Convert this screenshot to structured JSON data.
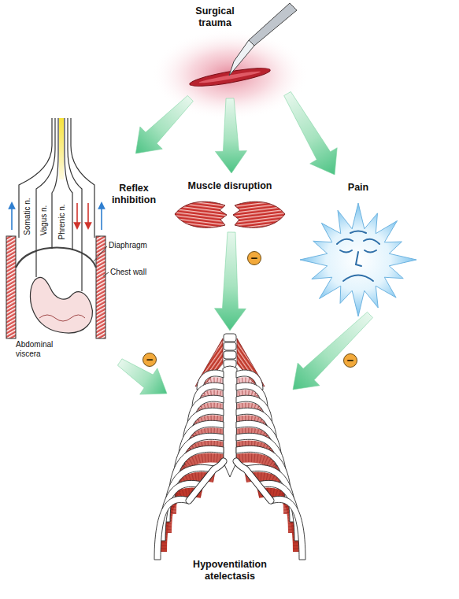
{
  "diagram": {
    "nodes": [
      {
        "text": [
          "Surgical trauma"
        ]
      },
      {
        "text": [
          "Reflex inhibition"
        ]
      },
      {
        "text": [
          "Muscle disruption"
        ]
      },
      {
        "text": [
          "Pain"
        ]
      },
      {
        "text": [
          "Hypoventilation atelectasis"
        ]
      }
    ],
    "edges": [
      {
        "from": 0,
        "to": 1,
        "arrow": "to"
      },
      {
        "from": 0,
        "to": 2,
        "arrow": "to"
      },
      {
        "from": 0,
        "to": 3,
        "arrow": "to"
      },
      {
        "from": 1,
        "to": 4,
        "arrow": "to",
        "label": "−"
      },
      {
        "from": 2,
        "to": 4,
        "arrow": "to",
        "label": "−"
      },
      {
        "from": 3,
        "to": 4,
        "arrow": "to",
        "label": "−"
      }
    ],
    "labels": [
      "Somatic n.",
      "Vagus n.",
      "Phrenic n.",
      "Diaphragm",
      "Chest wall",
      "Abdominal viscera"
    ]
  }
}
